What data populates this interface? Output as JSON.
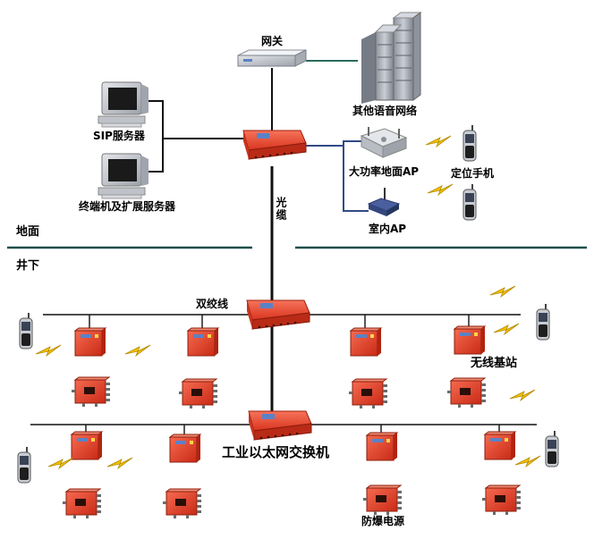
{
  "diagram": {
    "labels": {
      "gateway": "网关",
      "other_voice_network": "其他语音网络",
      "sip_server": "SIP服务器",
      "terminal_server": "终端机及扩展服务器",
      "high_power_ap": "大功率地面AP",
      "locator_phone": "定位手机",
      "indoor_ap": "室内AP",
      "fiber": "光缆",
      "surface": "地面",
      "underground": "井下",
      "twisted_pair": "双绞线",
      "wireless_base_station": "无线基站",
      "industrial_switch": "工业以太网交换机",
      "explosion_proof_power": "防爆电源"
    },
    "colors": {
      "equipment_red": "#e8452c",
      "line_dark": "#111111",
      "lightning_yellow": "#f2c200",
      "screen_blue": "#5a82c8"
    }
  }
}
